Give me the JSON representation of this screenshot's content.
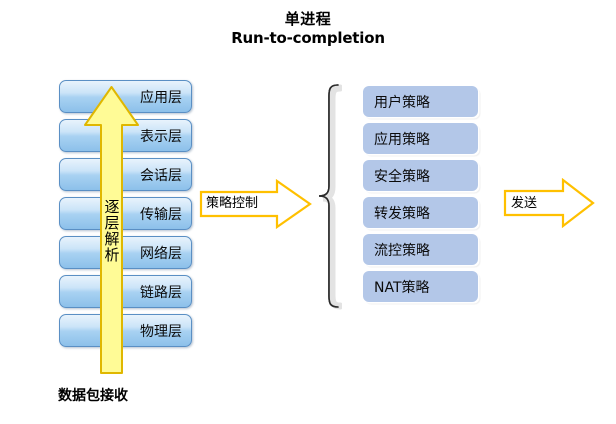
{
  "title": {
    "line_cn": "单进程",
    "line_en": "Run-to-completion"
  },
  "osi_stack": {
    "name": "osi-layer-stack",
    "layers": [
      {
        "label": "应用层"
      },
      {
        "label": "表示层"
      },
      {
        "label": "会话层"
      },
      {
        "label": "传输层"
      },
      {
        "label": "网络层"
      },
      {
        "label": "链路层"
      },
      {
        "label": "物理层"
      }
    ]
  },
  "upward_arrow": {
    "label_chars": [
      "逐",
      "层",
      "解",
      "析"
    ],
    "label_full": "逐层解析",
    "fill_color": "#FFFB96",
    "border_color": "#E0B700"
  },
  "packet_receive_caption": "数据包接收",
  "policy_control_arrow": {
    "label": "策略控制",
    "fill_color": "#FFFFFF",
    "border_color": "#FFC000"
  },
  "brace": {
    "name": "left-curly-brace",
    "color": "#2b2b2b"
  },
  "policy_stack": {
    "name": "policy-stack",
    "items": [
      {
        "label": "用户策略"
      },
      {
        "label": "应用策略"
      },
      {
        "label": "安全策略"
      },
      {
        "label": "转发策略"
      },
      {
        "label": "流控策略"
      },
      {
        "label": "NAT策略"
      }
    ],
    "fill_color": "#B3C7E8"
  },
  "send_arrow": {
    "label": "发送",
    "fill_color": "#FFFFFF",
    "border_color": "#FFC000"
  },
  "colors": {
    "layer_border": "#5A8FC4",
    "layer_fill_top": "#E8F3FC",
    "layer_fill_bottom": "#8CC0EA",
    "accent_yellow": "#FFC000",
    "policy_blue": "#B3C7E8"
  }
}
